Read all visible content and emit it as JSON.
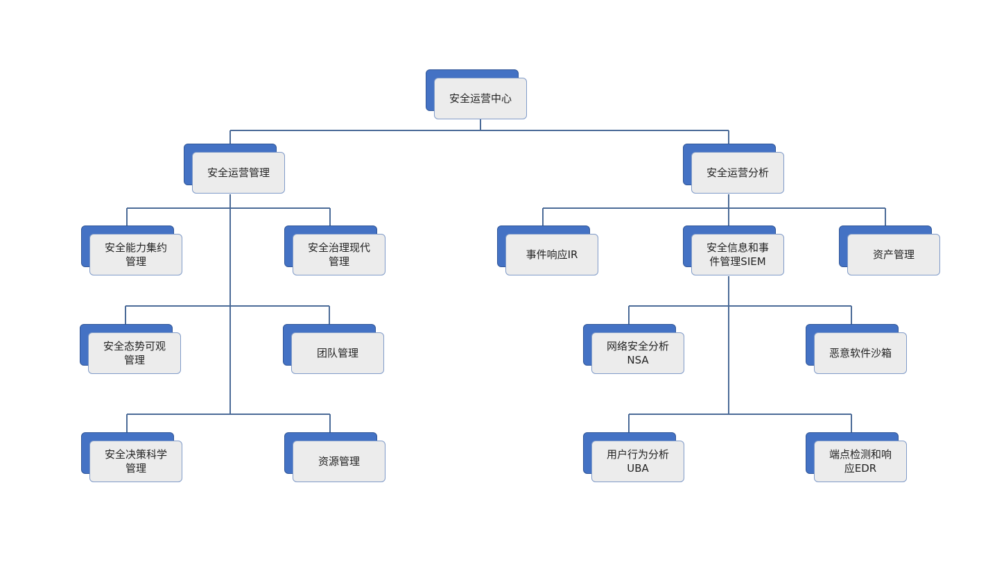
{
  "diagram": {
    "type": "org-chart",
    "line_color": "#4a6a97",
    "box_back_color": "#4472c4",
    "box_front_color": "#ececec",
    "nodes": {
      "root": "安全运营中心",
      "mgmt": "安全运营管理",
      "analysis": "安全运营分析",
      "cap": "安全能力集约\n管理",
      "gov": "安全治理现代\n管理",
      "posture": "安全态势可观\n管理",
      "team": "团队管理",
      "decision": "安全决策科学\n管理",
      "resource": "资源管理",
      "ir": "事件响应IR",
      "siem": "安全信息和事\n件管理SIEM",
      "asset": "资产管理",
      "nsa": "网络安全分析\nNSA",
      "sandbox": "恶意软件沙箱",
      "uba": "用户行为分析\nUBA",
      "edr": "端点检测和响\n应EDR"
    }
  }
}
